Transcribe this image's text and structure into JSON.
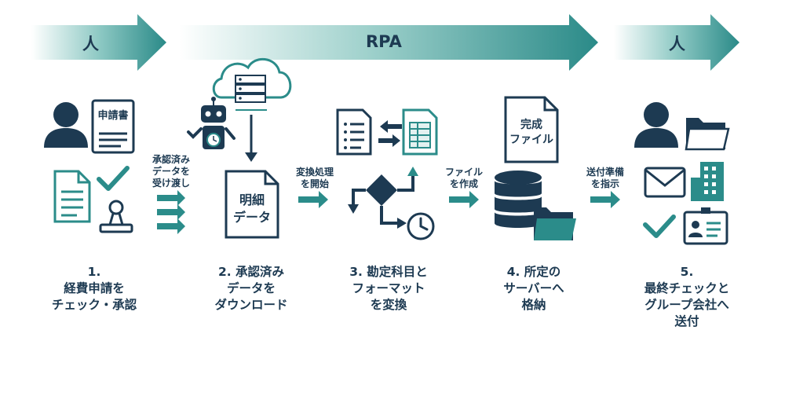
{
  "phases": {
    "left": "人",
    "middle": "RPA",
    "right": "人"
  },
  "doc_labels": {
    "application": "申請書",
    "details_line1": "明細",
    "details_line2": "データ",
    "complete_line1": "完成",
    "complete_line2": "ファイル"
  },
  "connectors": {
    "c1": [
      "承認済み",
      "データを",
      "受け渡し"
    ],
    "c2": [
      "変換処理",
      "を開始"
    ],
    "c3": [
      "ファイル",
      "を作成"
    ],
    "c4": [
      "送付準備",
      "を指示"
    ]
  },
  "steps": [
    {
      "lines": [
        "1.",
        "経費申請を",
        "チェック・承認"
      ]
    },
    {
      "lines": [
        "2. 承認済み",
        "データを",
        "ダウンロード"
      ]
    },
    {
      "lines": [
        "3. 勘定科目と",
        "フォーマット",
        "を変換"
      ]
    },
    {
      "lines": [
        "4. 所定の",
        "サーバーへ",
        "格納"
      ]
    },
    {
      "lines": [
        "5.",
        "最終チェックと",
        "グループ会社へ",
        "送付"
      ]
    }
  ],
  "colors": {
    "navy": "#1d3a52",
    "teal": "#2b8c8a",
    "light": "#e3f1f0"
  }
}
